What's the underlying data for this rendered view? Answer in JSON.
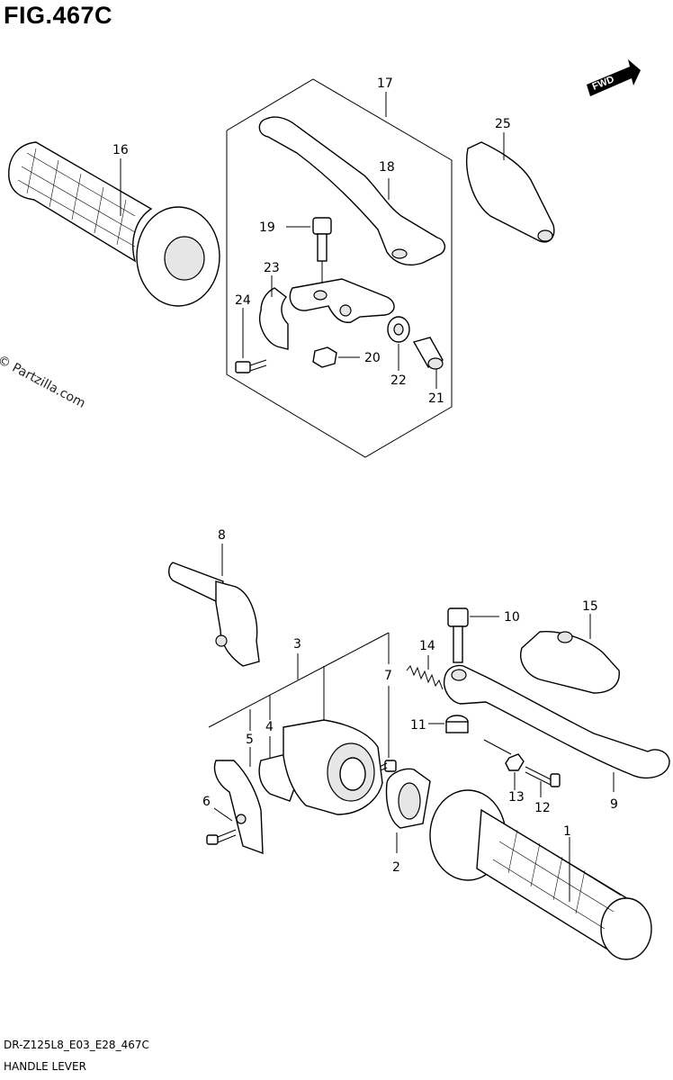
{
  "figure": {
    "title": "FIG.467C",
    "watermark": "© Partzilla.com",
    "fwd_label": "FWD",
    "footer_code": "DR-Z125L8_E03_E28_467C",
    "footer_name": "HANDLE LEVER"
  },
  "callouts": [
    "1",
    "2",
    "3",
    "4",
    "5",
    "6",
    "7",
    "8",
    "9",
    "10",
    "11",
    "12",
    "13",
    "14",
    "15",
    "16",
    "17",
    "18",
    "19",
    "20",
    "21",
    "22",
    "23",
    "24",
    "25"
  ]
}
